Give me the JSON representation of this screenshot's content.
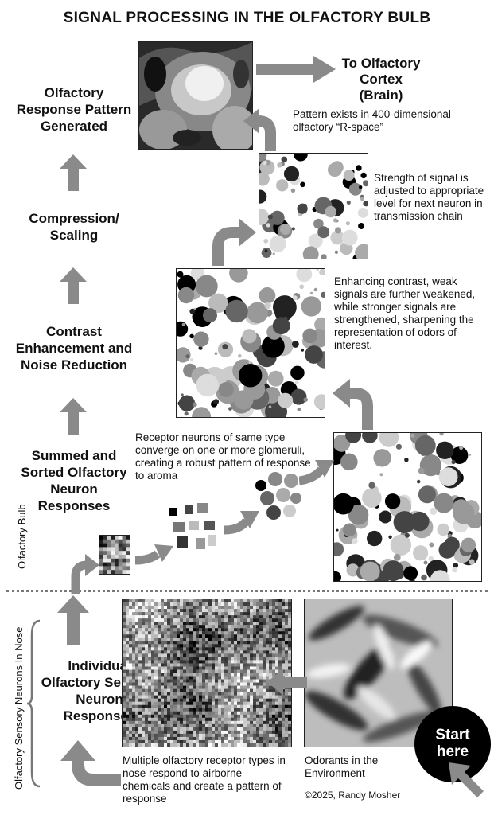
{
  "title": "SIGNAL PROCESSING IN THE OLFACTORY BULB",
  "stages": {
    "response_pattern": "Olfactory Response Pattern Generated",
    "compression": "Compression/ Scaling",
    "contrast": "Contrast Enhancement and Noise Reduction",
    "summed": "Summed and Sorted Olfactory Neuron Responses",
    "individual": "Individual Olfactory Sensory Neuron Responses"
  },
  "notes": {
    "to_cortex": "To Olfactory Cortex (Brain)",
    "r_space": "Pattern exists in 400-dimensional olfactory “R-space”",
    "strength": "Strength of signal is adjusted to appropriate level for next neuron in transmission chain",
    "enhancing": "Enhancing contrast, weak signals are further weakened, while stronger signals are strengthened, sharpening the representation of odors of interest.",
    "converge": "Receptor neurons of same type converge on one or more glomeruli, creating a robust pattern of response to aroma",
    "multiple": "Multiple olfactory receptor types in nose respond to airborne chemicals and create a pattern of response",
    "odorants": "Odorants in the Environment"
  },
  "side_labels": {
    "bulb": "Olfactory Bulb",
    "nose": "Olfactory Sensory Neurons In Nose"
  },
  "start": {
    "line1": "Start",
    "line2": "here"
  },
  "credit": "©2025, Randy Mosher"
}
